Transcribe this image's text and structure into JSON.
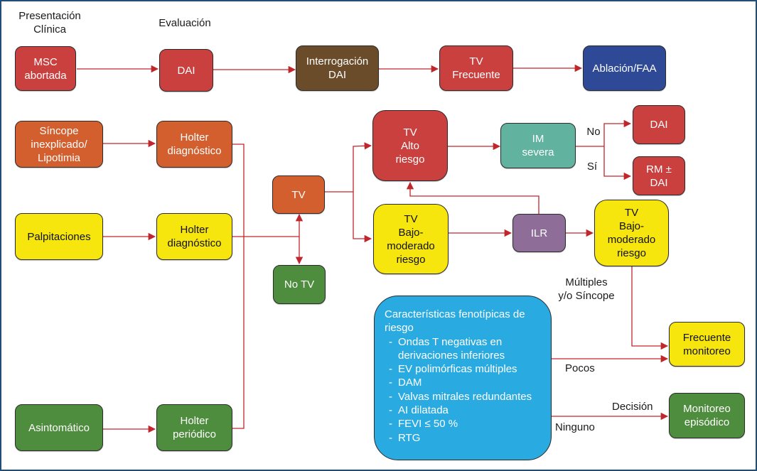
{
  "colors": {
    "red": "#c9403f",
    "orange": "#d35f2e",
    "yellow": "#f7e60d",
    "green": "#4e8c3e",
    "brown": "#6b4c2a",
    "navy": "#2e4996",
    "teal": "#62b2a0",
    "purple": "#8e6e99",
    "blue": "#29abe2",
    "arrow": "#c0272d",
    "frame": "#1f4e79"
  },
  "headers": {
    "presentation": "Presentación\nClínica",
    "evaluation": "Evaluación"
  },
  "nodes": {
    "msc_abortada": "MSC\nabortada",
    "dai_top": "DAI",
    "interrogacion_dai": "Interrogación\nDAI",
    "tv_frecuente": "TV\nFrecuente",
    "ablacion_faa": "Ablación/FAA",
    "sincope": "Síncope\ninexplicado/\nLipotimia",
    "holter_diag_1": "Holter\ndiagnóstico",
    "palpitaciones": "Palpitaciones",
    "holter_diag_2": "Holter\ndiagnóstico",
    "asintomatico": "Asintomático",
    "holter_periodico": "Holter\nperiódico",
    "tv": "TV",
    "no_tv": "No TV",
    "tv_alto_riesgo": "TV\nAlto\nriesgo",
    "tv_bajo_moderado": "TV\nBajo-\nmoderado\nriesgo",
    "im_severa": "IM\nsevera",
    "dai_right": "DAI",
    "rm_dai": "RM ±\nDAI",
    "ilr": "ILR",
    "tv_bajo_moderado_2": "TV\nBajo-\nmoderado\nriesgo",
    "frecuente_monitoreo": "Frecuente\nmonitoreo",
    "monitoreo_episodico": "Monitoreo\nepisódico"
  },
  "edge_labels": {
    "no": "No",
    "si": "Sí",
    "multiples_sincope": "Múltiples\ny/o Síncope",
    "pocos": "Pocos",
    "decision": "Decisión",
    "ninguno": "Ninguno"
  },
  "risk_box": {
    "title": "Características fenotípicas de riesgo",
    "items": [
      "Ondas T negativas en derivaciones inferiores",
      "EV polimórficas múltiples",
      "DAM",
      "Valvas mitrales redundantes",
      "AI dilatada",
      "FEVI ≤ 50 %",
      "RTG"
    ]
  }
}
